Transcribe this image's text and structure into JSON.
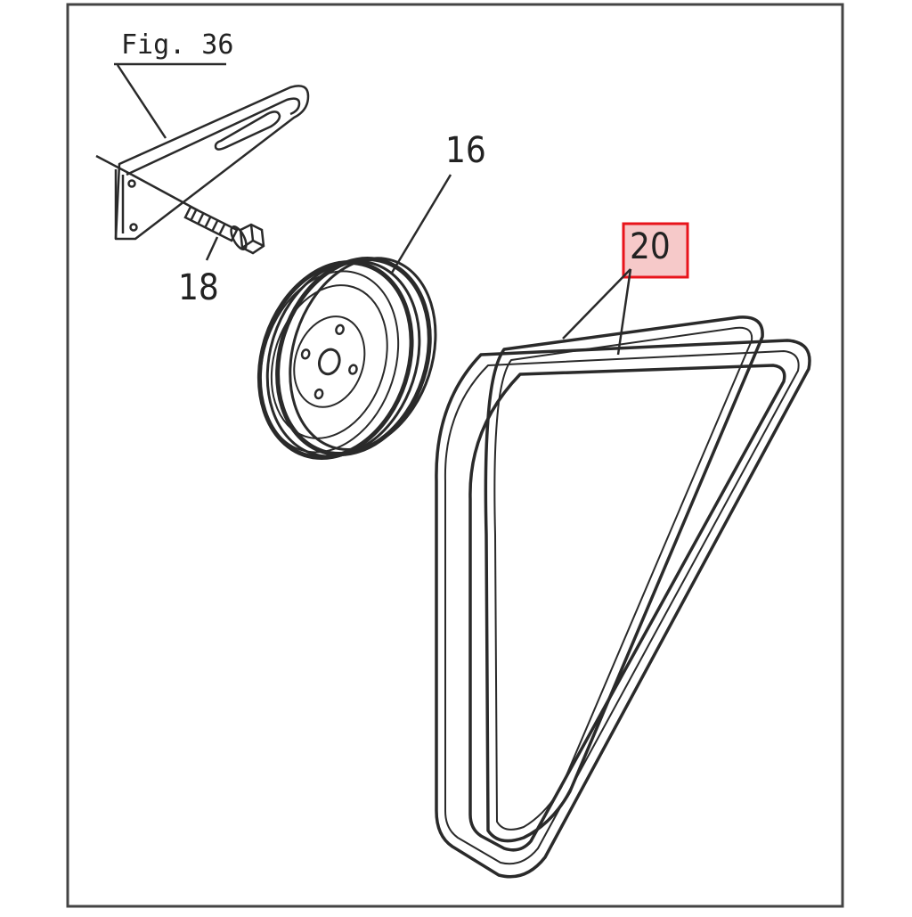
{
  "figure_ref": "Fig. 36",
  "callouts": {
    "pulley": "16",
    "bolt": "18",
    "belt": "20"
  },
  "highlight": {
    "target": "20",
    "border_color": "#e8141b",
    "fill_color": "#f6c9c9"
  },
  "colors": {
    "frame": "#444444",
    "line": "#2a2a2a",
    "background": "#ffffff"
  }
}
